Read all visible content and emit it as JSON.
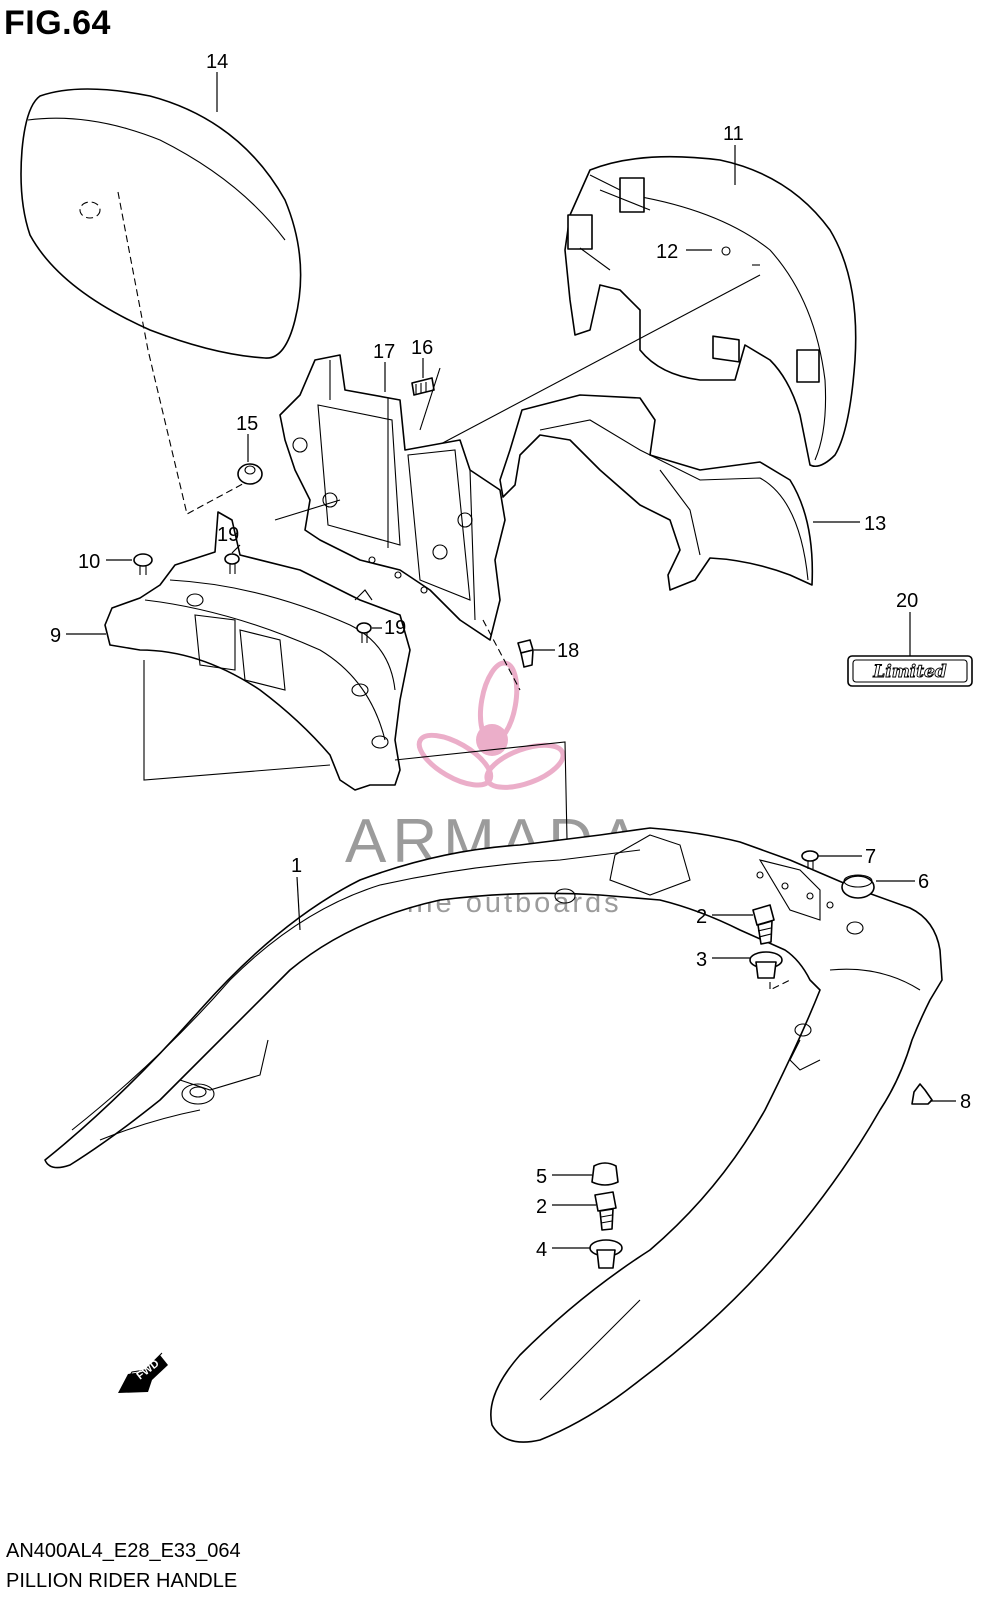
{
  "header": {
    "figure_label": "FIG.64"
  },
  "footer": {
    "model_code": "AN400AL4_E28_E33_064",
    "diagram_title": "PILLION RIDER HANDLE"
  },
  "watermark": {
    "brand": "ARMADA",
    "tagline": "marine outboards",
    "color": "#e8a0c0"
  },
  "emblem": {
    "text": "Limited"
  },
  "fwd_arrow": {
    "label": "FWD"
  },
  "callouts": [
    "1",
    "2",
    "3",
    "4",
    "5",
    "2",
    "6",
    "7",
    "8",
    "9",
    "10",
    "11",
    "12",
    "13",
    "14",
    "15",
    "16",
    "17",
    "18",
    "19",
    "19",
    "20"
  ]
}
